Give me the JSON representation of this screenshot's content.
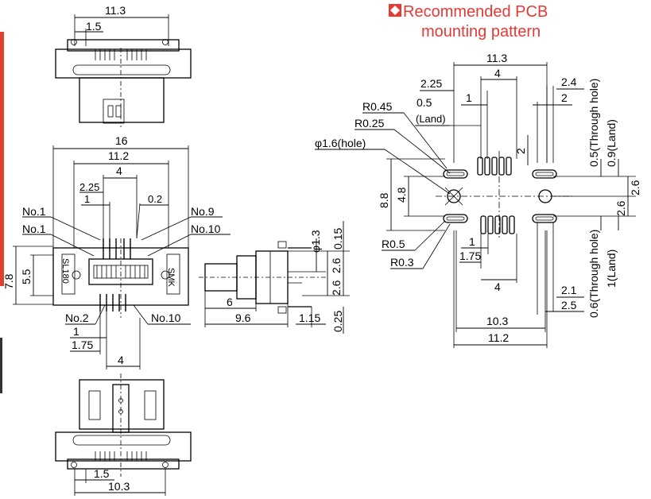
{
  "title": {
    "line1": "Recommended PCB",
    "line2": "mounting pattern",
    "marker_icon": "red-diamond-icon",
    "color": "#e53935"
  },
  "top_view": {
    "dims": [
      "11.3",
      "1.5"
    ]
  },
  "front_view": {
    "dims": [
      "16",
      "11.2",
      "4",
      "2.25",
      "1",
      "0.2",
      "7.8",
      "5.5",
      "1",
      "1.75",
      "4"
    ],
    "labels": [
      "No.1",
      "No.1",
      "No.9",
      "No.10",
      "No.2",
      "No.10"
    ],
    "body_text": [
      "SL180",
      "SMK"
    ]
  },
  "side_view": {
    "dims": [
      "φ1.3",
      "0.15",
      "2.6",
      "2.6",
      "6",
      "9.6",
      "1.15",
      "0.25"
    ]
  },
  "bottom_view": {
    "dims": [
      "1.5",
      "10.3"
    ]
  },
  "pcb_pattern": {
    "dims": [
      "11.3",
      "4",
      "2.25",
      "1",
      "0.5",
      "(Land)",
      "2.4",
      "2",
      "R0.45",
      "R0.25",
      "φ1.6(hole)",
      "2",
      "0.5(Through hole)",
      "0.9(Land)",
      "8.8",
      "4.8",
      "2.6",
      "2.6",
      "R0.5",
      "R0.3",
      "1",
      "1.75",
      "4",
      "2.1",
      "2.5",
      "0.6(Through hole)",
      "1(Land)",
      "10.3",
      "11.2"
    ]
  }
}
